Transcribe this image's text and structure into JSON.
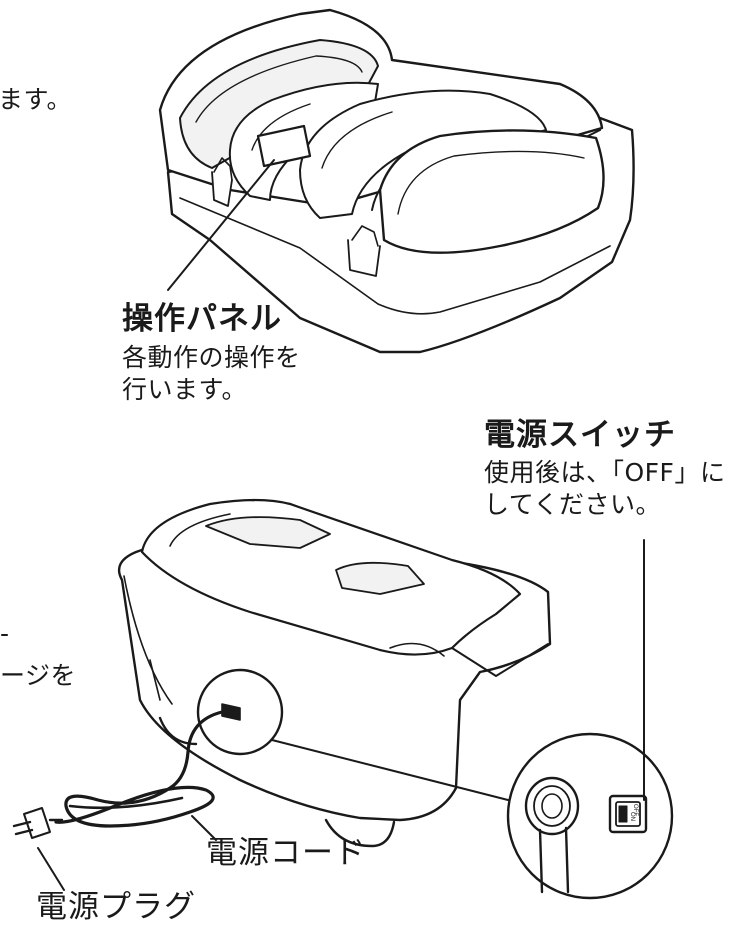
{
  "fragments": {
    "top_left": "ます。",
    "mid_left_mark": "-",
    "mid_left": "ージを"
  },
  "panel": {
    "title": "操作パネル",
    "desc_line1": "各動作の操作を",
    "desc_line2": "行います。"
  },
  "power_switch": {
    "title": "電源スイッチ",
    "desc_line1": "使用後は、「OFF」に",
    "desc_line2": "してください。",
    "switch_on": "ON",
    "switch_off": "OFF"
  },
  "cord": {
    "label": "電源コード"
  },
  "plug": {
    "label": "電源プラグ"
  },
  "colors": {
    "line": "#1a1a1a",
    "fill": "#ffffff",
    "shade": "#e6e6e6"
  }
}
